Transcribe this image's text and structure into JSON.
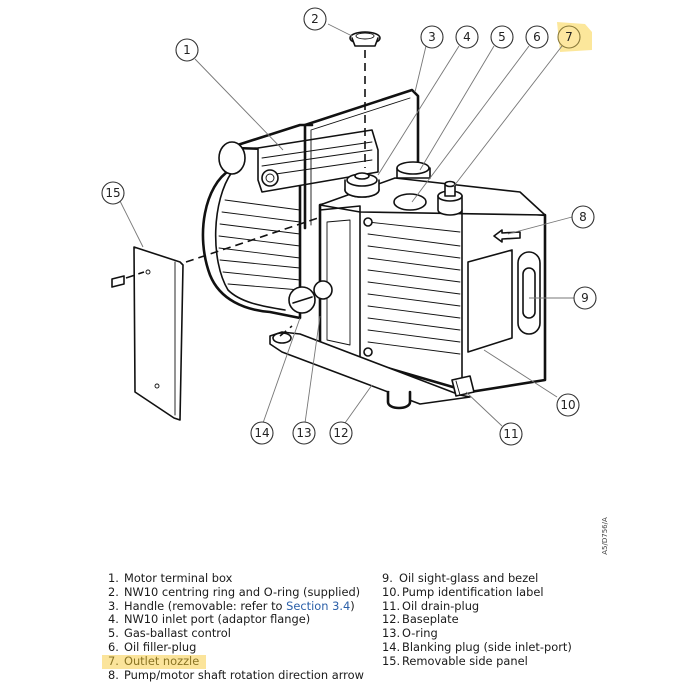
{
  "figure": {
    "reference_code": "A5/D756/A",
    "highlight_color": "#fbe38a",
    "link_color": "#2a5fa8",
    "highlighted_item": "7"
  },
  "callouts": [
    {
      "id": "1",
      "label": "1"
    },
    {
      "id": "2",
      "label": "2"
    },
    {
      "id": "3",
      "label": "3"
    },
    {
      "id": "4",
      "label": "4"
    },
    {
      "id": "5",
      "label": "5"
    },
    {
      "id": "6",
      "label": "6"
    },
    {
      "id": "7",
      "label": "7"
    },
    {
      "id": "8",
      "label": "8"
    },
    {
      "id": "9",
      "label": "9"
    },
    {
      "id": "10",
      "label": "10"
    },
    {
      "id": "11",
      "label": "11"
    },
    {
      "id": "12",
      "label": "12"
    },
    {
      "id": "13",
      "label": "13"
    },
    {
      "id": "14",
      "label": "14"
    },
    {
      "id": "15",
      "label": "15"
    }
  ],
  "legend": {
    "left": [
      {
        "num": "1.",
        "text": "Motor terminal box"
      },
      {
        "num": "2.",
        "text": "NW10 centring ring and O-ring (supplied)"
      },
      {
        "num": "3.",
        "text_before": "Handle (removable: refer to ",
        "link": "Section 3.4",
        "text_after": ")"
      },
      {
        "num": "4.",
        "text": "NW10 inlet port (adaptor flange)"
      },
      {
        "num": "5.",
        "text": "Gas-ballast control"
      },
      {
        "num": "6.",
        "text": "Oil filler-plug"
      },
      {
        "num": "7.",
        "text": "Outlet nozzle"
      },
      {
        "num": "8.",
        "text": "Pump/motor shaft rotation direction arrow"
      }
    ],
    "right": [
      {
        "num": "9.",
        "text": "Oil sight-glass and bezel"
      },
      {
        "num": "10.",
        "text": "Pump identification label"
      },
      {
        "num": "11.",
        "text": "Oil drain-plug"
      },
      {
        "num": "12.",
        "text": "Baseplate"
      },
      {
        "num": "13.",
        "text": "O-ring"
      },
      {
        "num": "14.",
        "text": "Blanking plug (side inlet-port)"
      },
      {
        "num": "15.",
        "text": "Removable side panel"
      }
    ]
  }
}
